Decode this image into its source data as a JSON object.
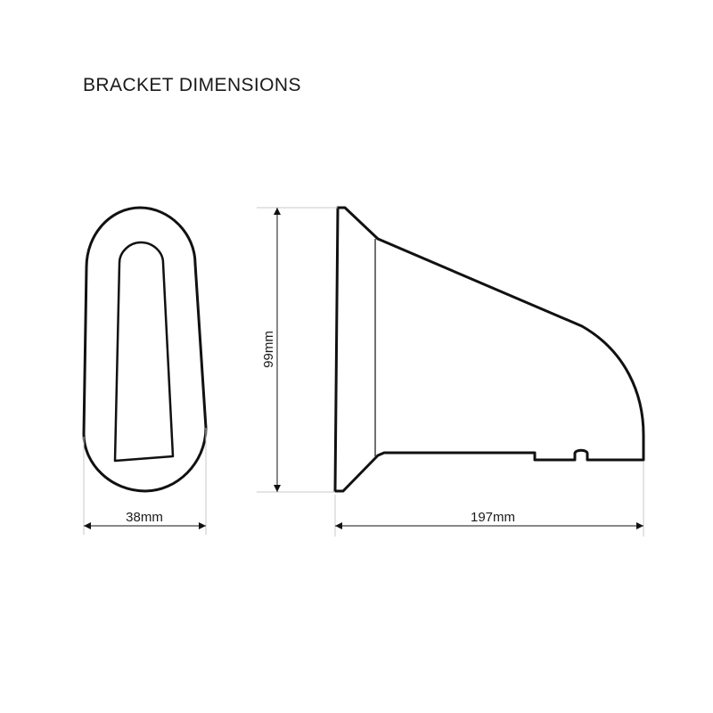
{
  "title": "BRACKET DIMENSIONS",
  "dimensions": {
    "width_label": "38mm",
    "height_label": "99mm",
    "length_label": "197mm"
  },
  "colors": {
    "outline": "#111111",
    "dimension_line": "#111111",
    "extension_line": "#c8c8c8",
    "background": "#ffffff"
  }
}
